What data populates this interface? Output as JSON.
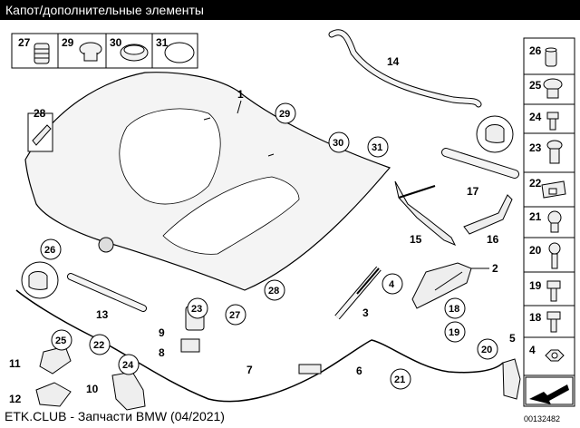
{
  "title": "Капот/дополнительные элементы",
  "footer": "ETK.CLUB - Запчасти BMW (04/2021)",
  "diagram_code": "00132482",
  "top_strip_parts": [
    "27",
    "29",
    "30",
    "31"
  ],
  "side_column_parts": [
    "26",
    "25",
    "24",
    "23",
    "22",
    "21",
    "20",
    "19",
    "18",
    "4"
  ],
  "callouts": {
    "plain": [
      "1",
      "2",
      "3",
      "5",
      "6",
      "7",
      "8",
      "9",
      "10",
      "11",
      "12",
      "13",
      "14",
      "15",
      "16",
      "17"
    ],
    "circled": [
      "4",
      "18",
      "19",
      "20",
      "21",
      "22",
      "23",
      "24",
      "25",
      "26",
      "27",
      "28",
      "29",
      "30",
      "31"
    ],
    "boxed": [
      "28"
    ]
  }
}
